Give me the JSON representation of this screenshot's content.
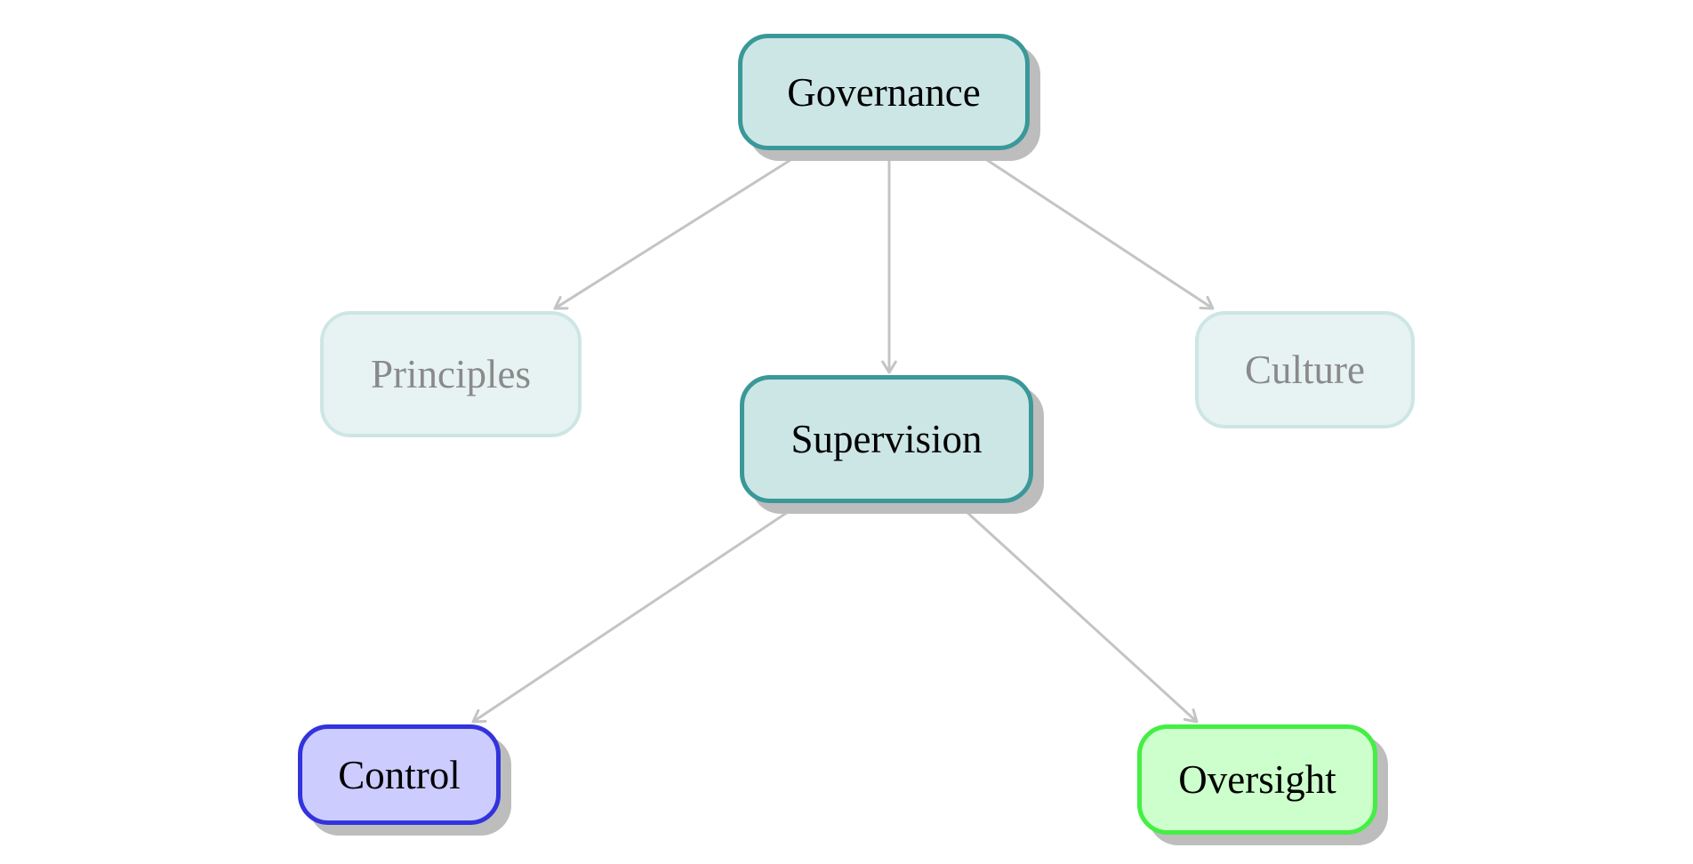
{
  "diagram": {
    "nodes": [
      {
        "id": "governance",
        "label": "Governance",
        "state": "active",
        "fill": "#cce6e6",
        "border": "#3a9898",
        "text": "#000000"
      },
      {
        "id": "principles",
        "label": "Principles",
        "state": "faded",
        "fill": "#e6f3f2",
        "border": "#cde6e5",
        "text": "#8a8a8a"
      },
      {
        "id": "supervision",
        "label": "Supervision",
        "state": "active",
        "fill": "#cce6e6",
        "border": "#3a9898",
        "text": "#000000"
      },
      {
        "id": "culture",
        "label": "Culture",
        "state": "faded",
        "fill": "#e6f3f2",
        "border": "#cde6e5",
        "text": "#8a8a8a"
      },
      {
        "id": "control",
        "label": "Control",
        "state": "active",
        "fill": "#ccccff",
        "border": "#3333dd",
        "text": "#000000"
      },
      {
        "id": "oversight",
        "label": "Oversight",
        "state": "active",
        "fill": "#ccffcc",
        "border": "#44ee44",
        "text": "#000000"
      }
    ],
    "edges": [
      {
        "from": "governance",
        "to": "principles"
      },
      {
        "from": "governance",
        "to": "supervision"
      },
      {
        "from": "governance",
        "to": "culture"
      },
      {
        "from": "supervision",
        "to": "control"
      },
      {
        "from": "supervision",
        "to": "oversight"
      }
    ],
    "edge_color": "#c4c4c4"
  }
}
